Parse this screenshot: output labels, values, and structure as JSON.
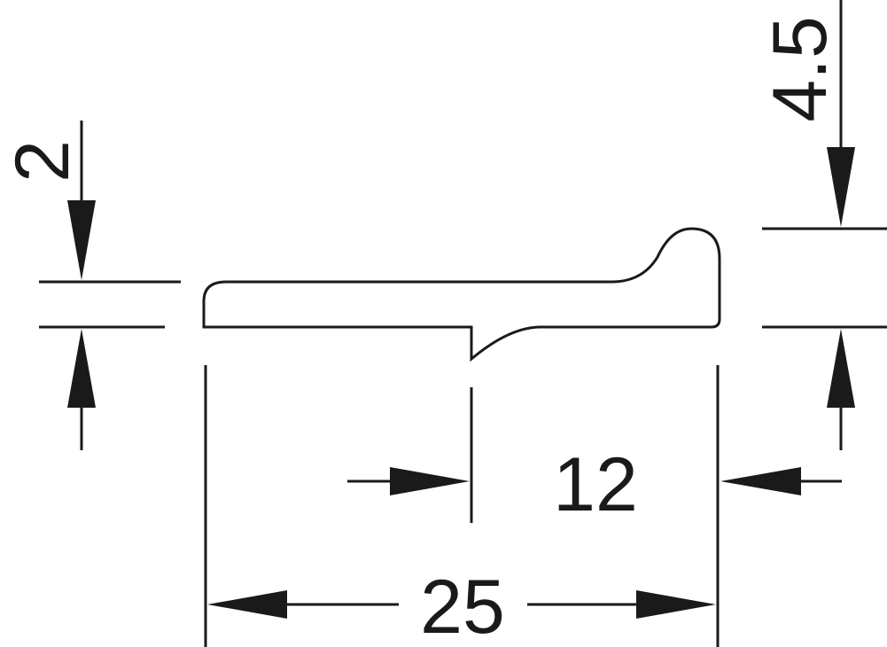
{
  "dimensions": {
    "thickness_body": "2",
    "thickness_total": "4.5",
    "partial_width": "12",
    "total_width": "25"
  },
  "colors": {
    "ink": "#1a1a1a",
    "background": "#ffffff"
  }
}
